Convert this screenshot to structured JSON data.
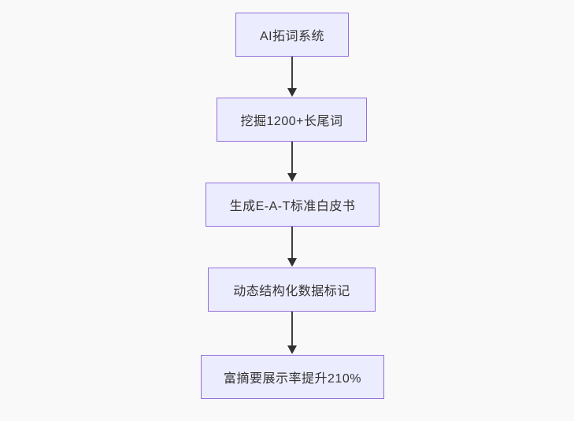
{
  "diagram": {
    "type": "flowchart",
    "direction": "top-down",
    "nodes": [
      {
        "id": "step-1",
        "label": "AI拓词系统"
      },
      {
        "id": "step-2",
        "label": "挖掘1200+长尾词"
      },
      {
        "id": "step-3",
        "label": "生成E-A-T标准白皮书"
      },
      {
        "id": "step-4",
        "label": "动态结构化数据标记"
      },
      {
        "id": "step-5",
        "label": "富摘要展示率提升210%"
      }
    ],
    "edges": [
      {
        "from": "step-1",
        "to": "step-2",
        "arrow": "down"
      },
      {
        "from": "step-2",
        "to": "step-3",
        "arrow": "down"
      },
      {
        "from": "step-3",
        "to": "step-4",
        "arrow": "down"
      },
      {
        "from": "step-4",
        "to": "step-5",
        "arrow": "down"
      }
    ],
    "colors": {
      "node_fill": "#ECECFF",
      "node_border": "#9370DB",
      "edge_line": "#3f3f3f",
      "arrow_head": "#303030",
      "text": "#333333",
      "background": "#f9f9f9"
    }
  }
}
